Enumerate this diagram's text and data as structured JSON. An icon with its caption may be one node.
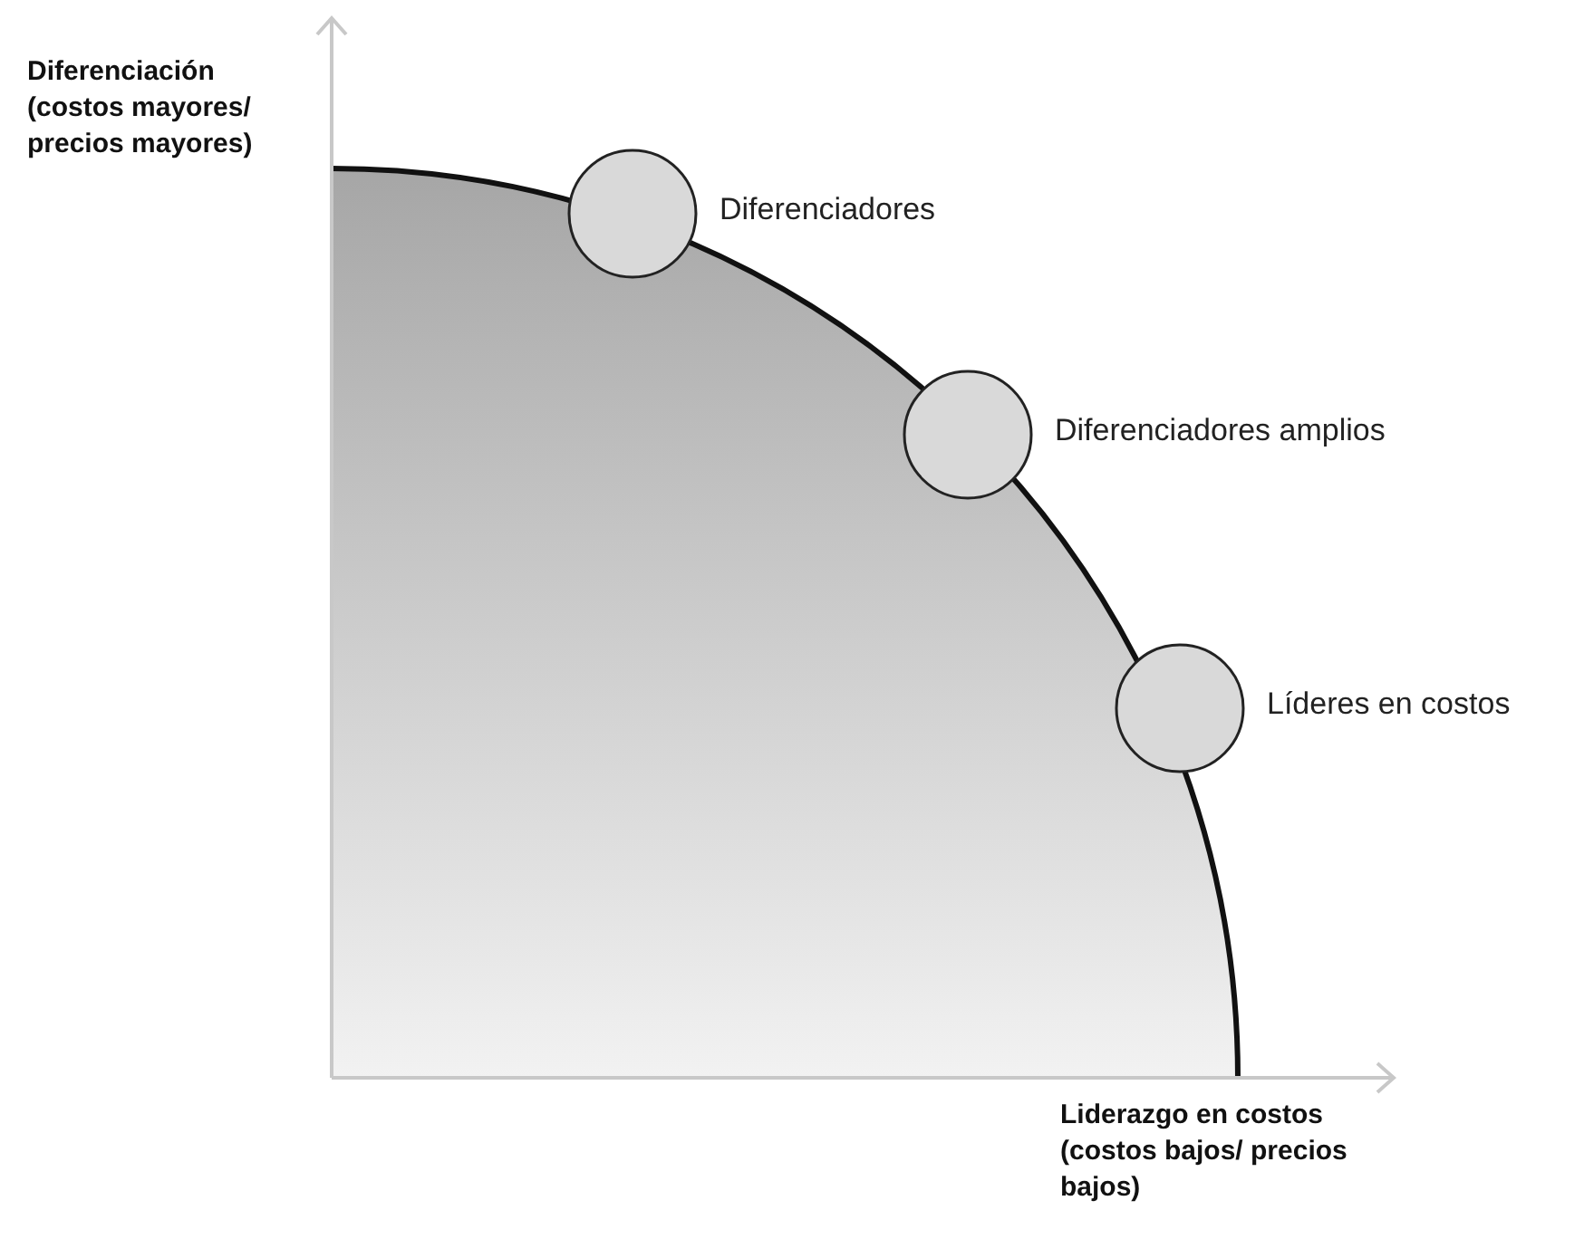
{
  "diagram": {
    "nodes": [
      {
        "text": [],
        "shape": "circle",
        "beside": [
          "Diferenciadores"
        ]
      },
      {
        "text": [],
        "shape": "circle",
        "beside": [
          "Diferenciadores amplios"
        ]
      },
      {
        "text": [],
        "shape": "circle",
        "beside": [
          "Líderes en costos"
        ]
      }
    ],
    "labels": [
      "Diferenciación (costos mayores/ precios mayores)",
      "Liderazgo en costos (costos bajos/ precios bajos)"
    ]
  }
}
